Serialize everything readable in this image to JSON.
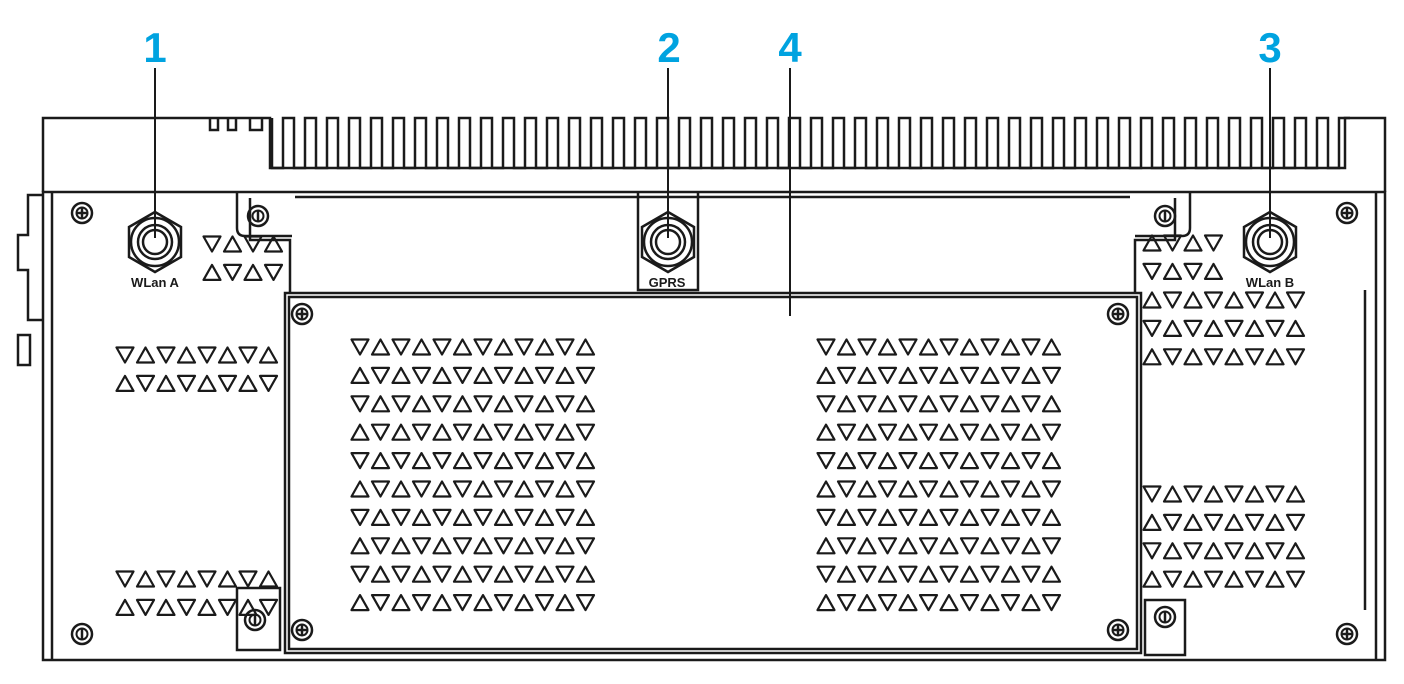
{
  "colors": {
    "line": "#1a1a1a",
    "callout": "#00a3e0",
    "background": "#ffffff"
  },
  "callouts": [
    {
      "id": "1",
      "label": "1"
    },
    {
      "id": "2",
      "label": "2"
    },
    {
      "id": "3",
      "label": "3"
    },
    {
      "id": "4",
      "label": "4"
    }
  ],
  "ports": [
    {
      "id": "wlan-a",
      "label": "WLan A"
    },
    {
      "id": "gprs",
      "label": "GPRS"
    },
    {
      "id": "wlan-b",
      "label": "WLan B"
    }
  ]
}
